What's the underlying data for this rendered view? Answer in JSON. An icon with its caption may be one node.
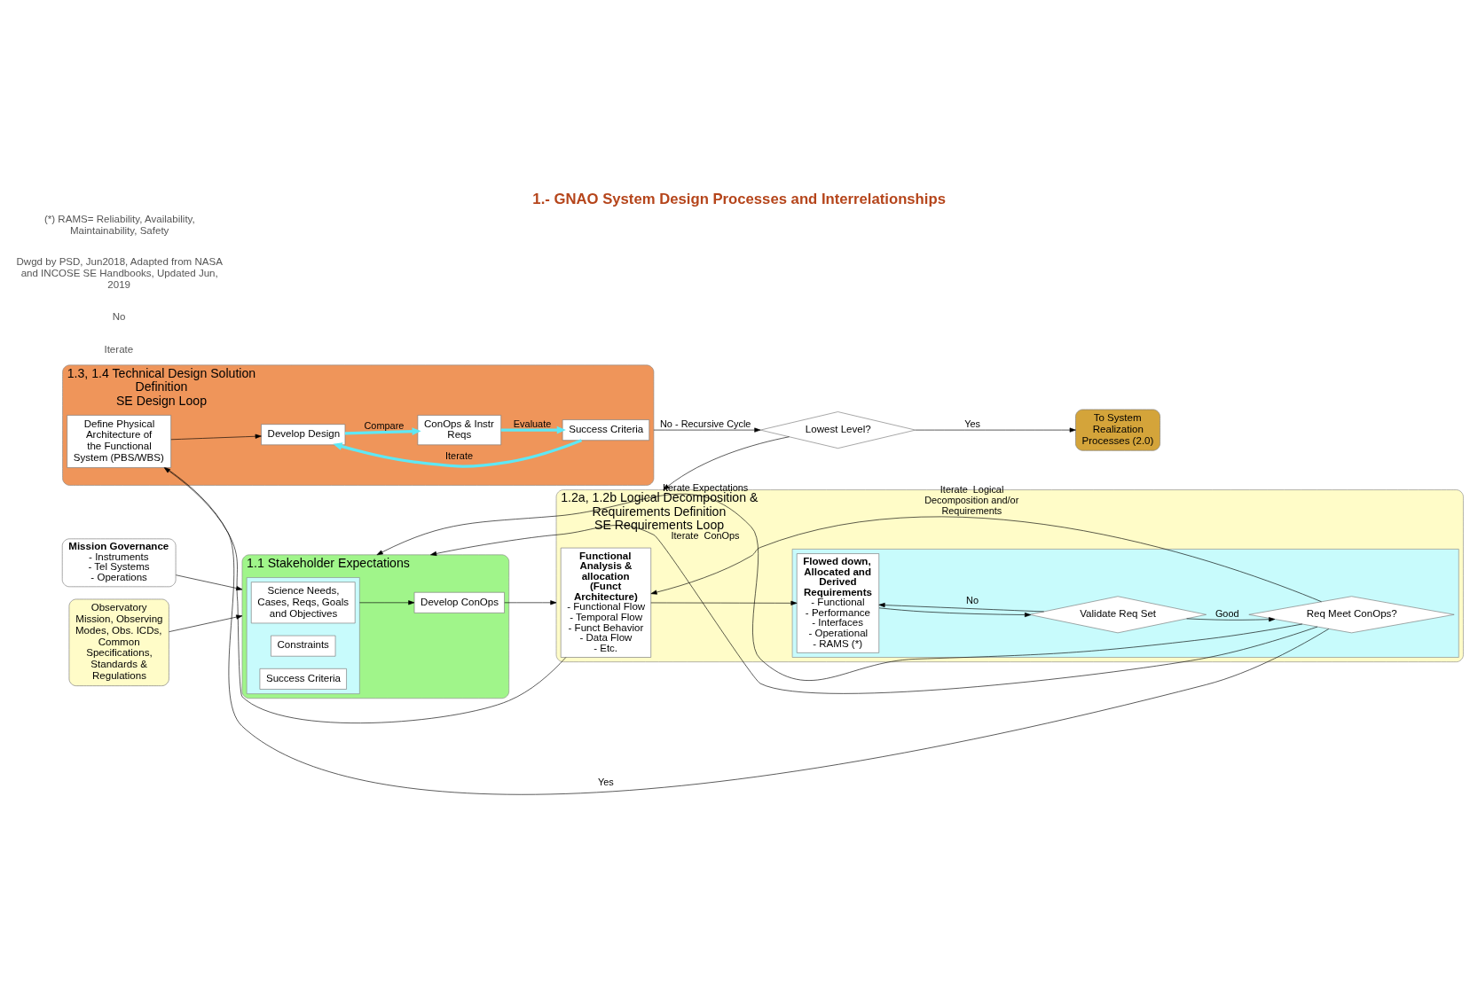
{
  "diagram": {
    "title": "1.- GNAO System Design Processes and Interrelationships",
    "nodes": [
      {
        "text": [
          "Mission Governance",
          "- Instruments",
          "- Tel Systems",
          "- Operations"
        ]
      },
      {
        "text": [
          "1.1 Stakeholder Expectations"
        ]
      },
      {
        "text": [],
        "shape": "box",
        "in": 1
      },
      {
        "text": [
          "Science Needs, Cases, Reqs, Goals and Objectives"
        ],
        "in": 2
      },
      {
        "text": [
          "Constraints"
        ],
        "in": 2
      },
      {
        "text": [
          "Success Criteria"
        ],
        "in": 2
      },
      {
        "text": [
          "Develop ConOps"
        ],
        "in": 1
      },
      {
        "text": [
          "1.2a, 1.2b Logical Decomposition & Requirements Definition",
          "SE Requirements Loop"
        ]
      },
      {
        "text": [
          "Functional Analysis & allocation",
          "(Funct Architecture)",
          "- Functional Flow",
          "- Temporal Flow",
          "- Funct Behavior",
          "- Data Flow",
          "- Etc."
        ],
        "in": 7
      },
      {
        "text": [],
        "shape": "box",
        "in": 7
      },
      {
        "text": [
          "Flowed down, Allocated and Derived Requirements",
          "- Functional",
          "- Performance",
          "- Interfaces",
          "- Operational",
          "- RAMS (*)"
        ],
        "in": 9
      },
      {
        "text": [
          "Validate Req Set"
        ],
        "in": 9
      },
      {
        "text": [
          "Req Meet ConOps?"
        ],
        "in": 9
      },
      {
        "text": [
          "Observatory Mission, Observing Modes, Obs. ICDs, Common Specifications, Standards & Regulations"
        ]
      },
      {
        "text": [
          "Lowest Level?"
        ]
      },
      {
        "text": [
          "To System Realization Processes (2.0)"
        ]
      },
      {
        "text": [
          "1.3, 1.4 Technical Design Solution Definition",
          "SE Design Loop"
        ]
      },
      {
        "text": [
          "Success Criteria"
        ],
        "in": 16
      },
      {
        "text": [
          "Develop Design"
        ],
        "in": 16
      },
      {
        "text": [
          "ConOps & Instr Reqs"
        ],
        "in": 16
      },
      {
        "text": [
          "Define Physical Architecture of the Functional System (PBS/WBS)"
        ],
        "in": 16
      }
    ],
    "edges": [
      {
        "from": 0,
        "to": 1,
        "arrow": "to"
      },
      {
        "from": 12,
        "to": 1,
        "arrow": "to",
        "label": "Iterate Expectations"
      },
      {
        "from": 12,
        "to": 1,
        "arrow": "to",
        "label": "Iterate  ConOps"
      },
      {
        "from": 12,
        "to": 7,
        "arrow": "to",
        "label": "Iterate  Logical Decomposition and/or Requirements"
      },
      {
        "from": 2,
        "to": 6,
        "arrow": "to"
      },
      {
        "from": 6,
        "to": 7,
        "arrow": "to"
      },
      {
        "from": 13,
        "to": 1,
        "arrow": "to"
      },
      {
        "from": 14,
        "to": 7,
        "arrow": "to"
      },
      {
        "from": 8,
        "to": 10,
        "arrow": "to"
      },
      {
        "from": 10,
        "to": 11,
        "arrow": "to"
      },
      {
        "from": 11,
        "to": 12,
        "arrow": "to",
        "label": "Good"
      },
      {
        "from": 11,
        "to": 10,
        "arrow": "to",
        "label": "No"
      },
      {
        "from": 12,
        "to": 20,
        "arrow": "none",
        "label": "Yes"
      },
      {
        "from": 8,
        "to": 20,
        "arrow": "to"
      },
      {
        "from": 20,
        "to": 18,
        "arrow": "to"
      },
      {
        "from": 18,
        "to": 19,
        "arrow": "to",
        "label": "Compare",
        "style": "thick",
        "color": "#5ee8f5"
      },
      {
        "from": 19,
        "to": 17,
        "arrow": "to",
        "label": "Evaluate",
        "style": "thick",
        "color": "#5ee8f5"
      },
      {
        "from": 17,
        "to": 18,
        "arrow": "to",
        "label": "Iterate",
        "style": "thick",
        "color": "#5ee8f5"
      },
      {
        "from": 16,
        "to": 14,
        "arrow": "to",
        "label": "No - Recursive Cycle"
      },
      {
        "from": 14,
        "to": 15,
        "arrow": "to",
        "label": "Yes"
      }
    ],
    "labels": [
      "Iterate",
      "No",
      "Dwgd by PSD, Jun2018, Adapted from NASA and INCOSE SE Handbooks, Updated Jun, 2019",
      "(*) RAMS= Reliability, Availability, Maintainability, Safety"
    ]
  }
}
